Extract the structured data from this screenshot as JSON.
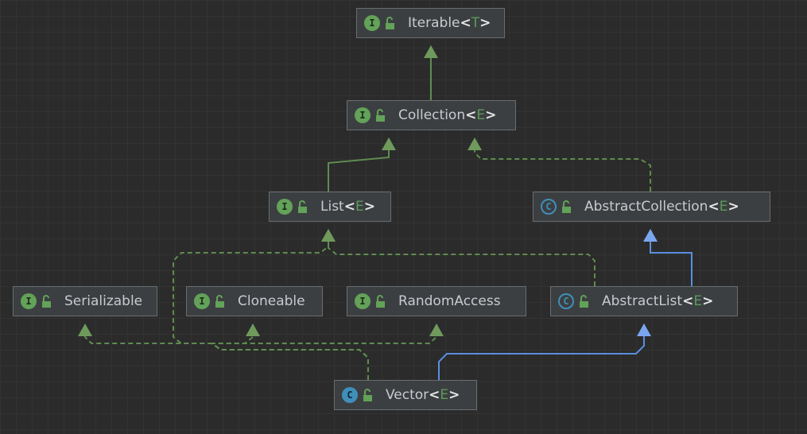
{
  "nodes": [
    {
      "id": "iterable",
      "kind": "interface",
      "kind_letter": "I",
      "name": "Iterable",
      "type_param": "T"
    },
    {
      "id": "collection",
      "kind": "interface",
      "kind_letter": "I",
      "name": "Collection",
      "type_param": "E"
    },
    {
      "id": "list",
      "kind": "interface",
      "kind_letter": "I",
      "name": "List",
      "type_param": "E"
    },
    {
      "id": "abstract-collection",
      "kind": "abstract",
      "kind_letter": "C",
      "name": "AbstractCollection",
      "type_param": "E"
    },
    {
      "id": "serializable",
      "kind": "interface",
      "kind_letter": "I",
      "name": "Serializable",
      "type_param": ""
    },
    {
      "id": "cloneable",
      "kind": "interface",
      "kind_letter": "I",
      "name": "Cloneable",
      "type_param": ""
    },
    {
      "id": "random-access",
      "kind": "interface",
      "kind_letter": "I",
      "name": "RandomAccess",
      "type_param": ""
    },
    {
      "id": "abstract-list",
      "kind": "abstract",
      "kind_letter": "C",
      "name": "AbstractList",
      "type_param": "E"
    },
    {
      "id": "vector",
      "kind": "class",
      "kind_letter": "C",
      "name": "Vector",
      "type_param": "E"
    }
  ],
  "edges": [
    {
      "from": "collection",
      "to": "iterable",
      "style": "extends-interface"
    },
    {
      "from": "list",
      "to": "collection",
      "style": "extends-interface"
    },
    {
      "from": "abstract-collection",
      "to": "collection",
      "style": "implements"
    },
    {
      "from": "abstract-list",
      "to": "list",
      "style": "implements"
    },
    {
      "from": "abstract-list",
      "to": "abstract-collection",
      "style": "extends-class"
    },
    {
      "from": "vector",
      "to": "abstract-list",
      "style": "extends-class"
    },
    {
      "from": "vector",
      "to": "serializable",
      "style": "implements"
    },
    {
      "from": "vector",
      "to": "cloneable",
      "style": "implements"
    },
    {
      "from": "vector",
      "to": "random-access",
      "style": "implements"
    },
    {
      "from": "vector",
      "to": "list",
      "style": "implements"
    }
  ],
  "colors": {
    "interface_edge": "#5f8c4f",
    "class_edge": "#5a8fe0",
    "background": "#2b2b2b",
    "node_fill": "#3c3f41"
  }
}
